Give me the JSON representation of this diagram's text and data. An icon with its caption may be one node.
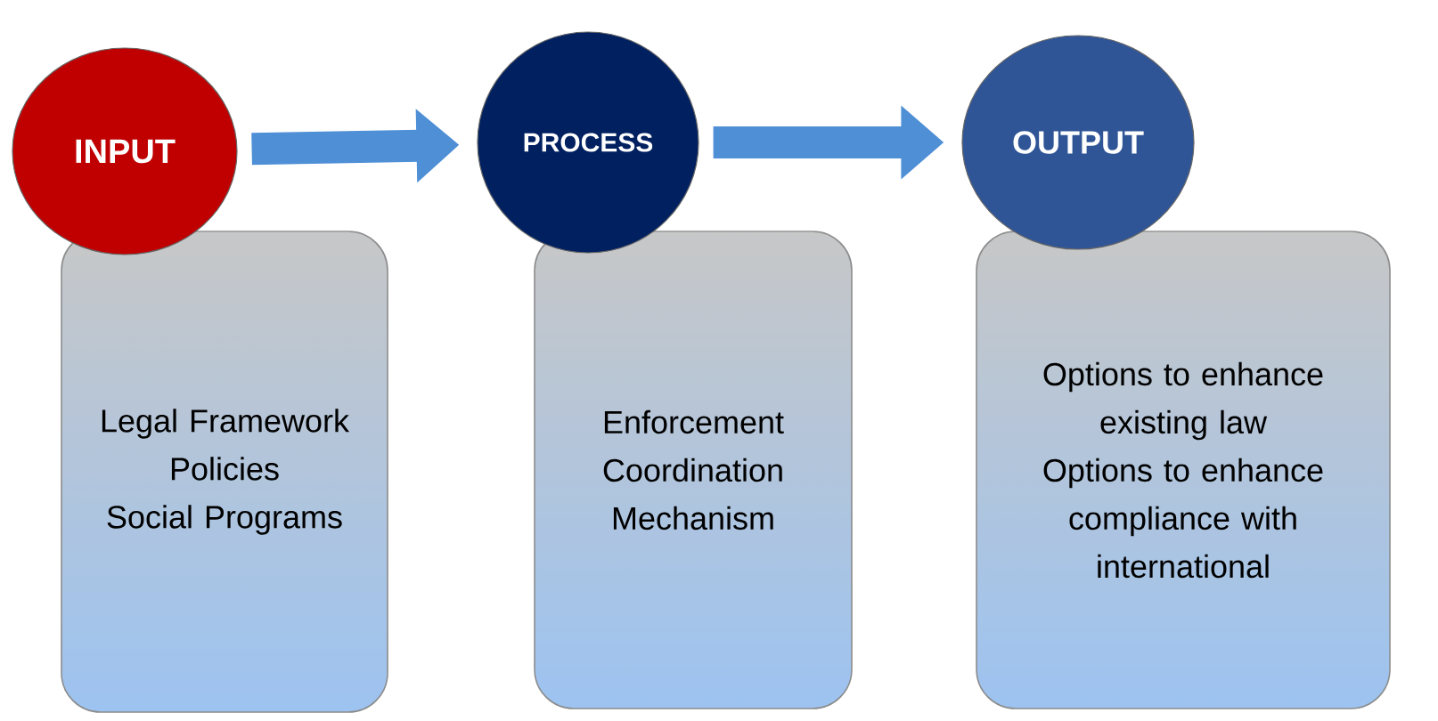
{
  "diagram": {
    "nodes": [
      {
        "text": [
          "INPUT"
        ]
      },
      {
        "text": [
          "Legal Framework",
          "Policies",
          "Social Programs"
        ]
      },
      {
        "text": [
          "PROCESS"
        ]
      },
      {
        "text": [
          "Enforcement",
          "Coordination",
          "Mechanism"
        ]
      },
      {
        "text": [
          "OUTPUT"
        ]
      },
      {
        "text": [
          "Options to enhance existing law",
          "Options to enhance compliance with international"
        ]
      }
    ],
    "edges": [
      {
        "from": 0,
        "to": 2,
        "arrow": "to"
      },
      {
        "from": 2,
        "to": 4,
        "arrow": "to"
      }
    ]
  }
}
